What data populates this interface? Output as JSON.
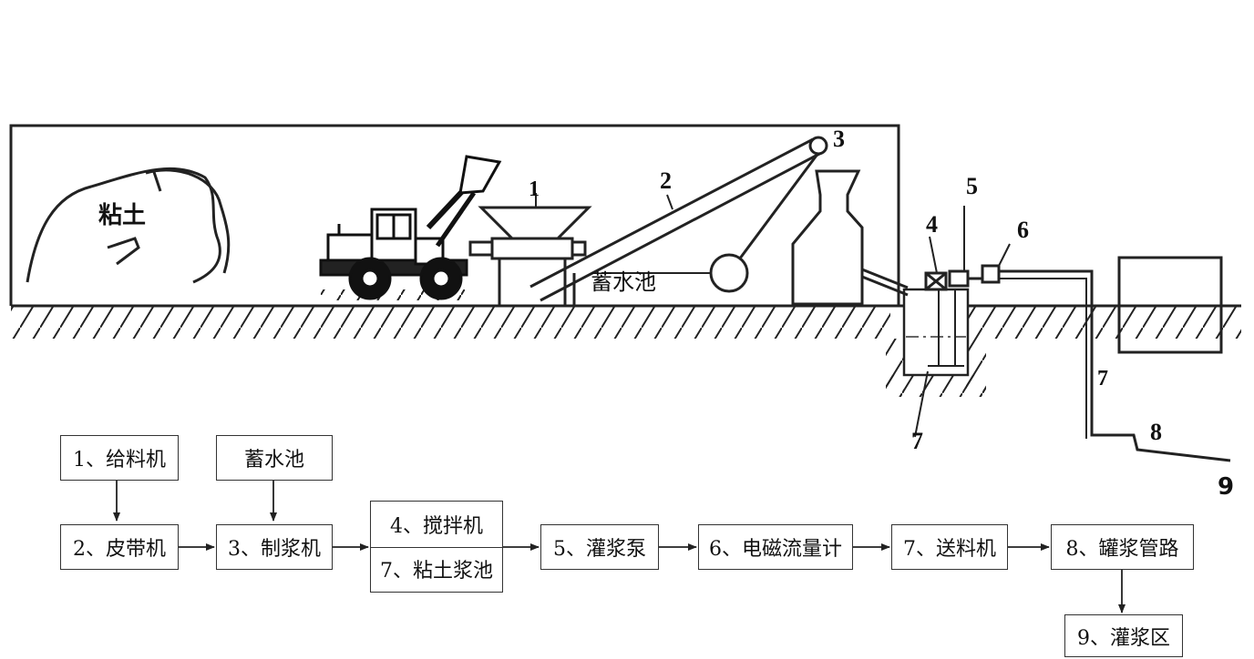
{
  "scene": {
    "clay_label": "粘土",
    "pool_label": "蓄水池",
    "numbers": {
      "n1": "1",
      "n2": "2",
      "n3": "3",
      "n4": "4",
      "n5": "5",
      "n6": "6",
      "n7a": "7",
      "n7b": "7",
      "n8": "8",
      "n9": "9"
    }
  },
  "flow": {
    "feeder": "1、给料机",
    "pool": "蓄水池",
    "belt": "2、皮带机",
    "pulper": "3、制浆机",
    "mixer": "4、搅拌机",
    "clay_pool": "7、粘土浆池",
    "pump": "5、灌浆泵",
    "flowmeter": "6、电磁流量计",
    "conveyor": "7、送料机",
    "pipeline": "8、罐浆管路",
    "grout_area": "9、灌浆区"
  }
}
